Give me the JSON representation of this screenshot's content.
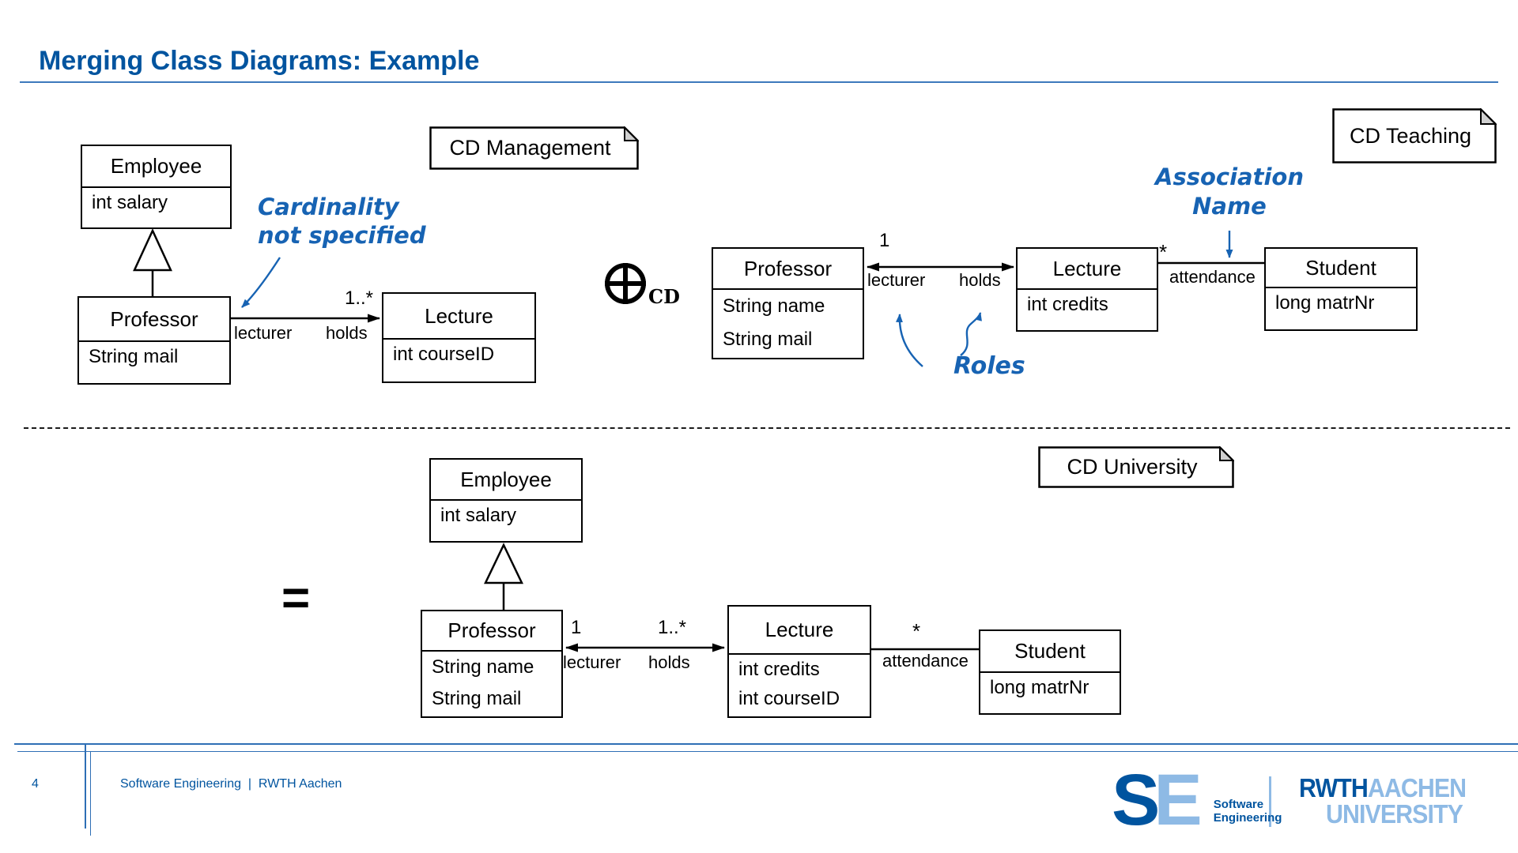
{
  "title": "Merging Class Diagrams: Example",
  "operator": {
    "symbol": "⊕",
    "subscript": "CD"
  },
  "equals": "=",
  "notes": {
    "management": "CD Management",
    "teaching": "CD Teaching",
    "university": "CD University"
  },
  "annotations": {
    "cardinality_line1": "Cardinality",
    "cardinality_line2": "not specified",
    "association_line1": "Association",
    "association_line2": "Name",
    "roles": "Roles"
  },
  "diagrams": {
    "management": {
      "employee": {
        "name": "Employee",
        "attr1": "int salary"
      },
      "professor": {
        "name": "Professor",
        "attr1": "String mail"
      },
      "lecture": {
        "name": "Lecture",
        "attr1": "int courseID"
      },
      "assoc": {
        "target_card": "1..*",
        "source_role": "lecturer",
        "name": "holds"
      }
    },
    "teaching": {
      "professor": {
        "name": "Professor",
        "attr1": "String name",
        "attr2": "String mail"
      },
      "lecture": {
        "name": "Lecture",
        "attr1": "int credits"
      },
      "student": {
        "name": "Student",
        "attr1": "long matrNr"
      },
      "holds_assoc": {
        "source_card": "1",
        "source_role": "lecturer",
        "name": "holds"
      },
      "attendance_assoc": {
        "source_card": "*",
        "name": "attendance"
      }
    },
    "university": {
      "employee": {
        "name": "Employee",
        "attr1": "int salary"
      },
      "professor": {
        "name": "Professor",
        "attr1": "String name",
        "attr2": "String mail"
      },
      "lecture": {
        "name": "Lecture",
        "attr1": "int credits",
        "attr2": "int courseID"
      },
      "student": {
        "name": "Student",
        "attr1": "long matrNr"
      },
      "holds_assoc": {
        "source_card": "1",
        "target_card": "1..*",
        "source_role": "lecturer",
        "name": "holds"
      },
      "attendance_assoc": {
        "source_card": "*",
        "name": "attendance"
      }
    }
  },
  "footer": {
    "page": "4",
    "affiliation": "Software Engineering  |  RWTH Aachen",
    "se_logo": {
      "s": "S",
      "e": "E",
      "caption_line1": "Software",
      "caption_line2": "Engineering"
    },
    "rwth_logo": {
      "word1": "RWTH",
      "word2": "AACHEN",
      "word3": "UNIVERSITY"
    }
  },
  "colors": {
    "rwth_blue": "#00549F",
    "light_blue": "#8EBAE5",
    "annotation_blue": "#1763B3",
    "line_black": "#000000"
  }
}
